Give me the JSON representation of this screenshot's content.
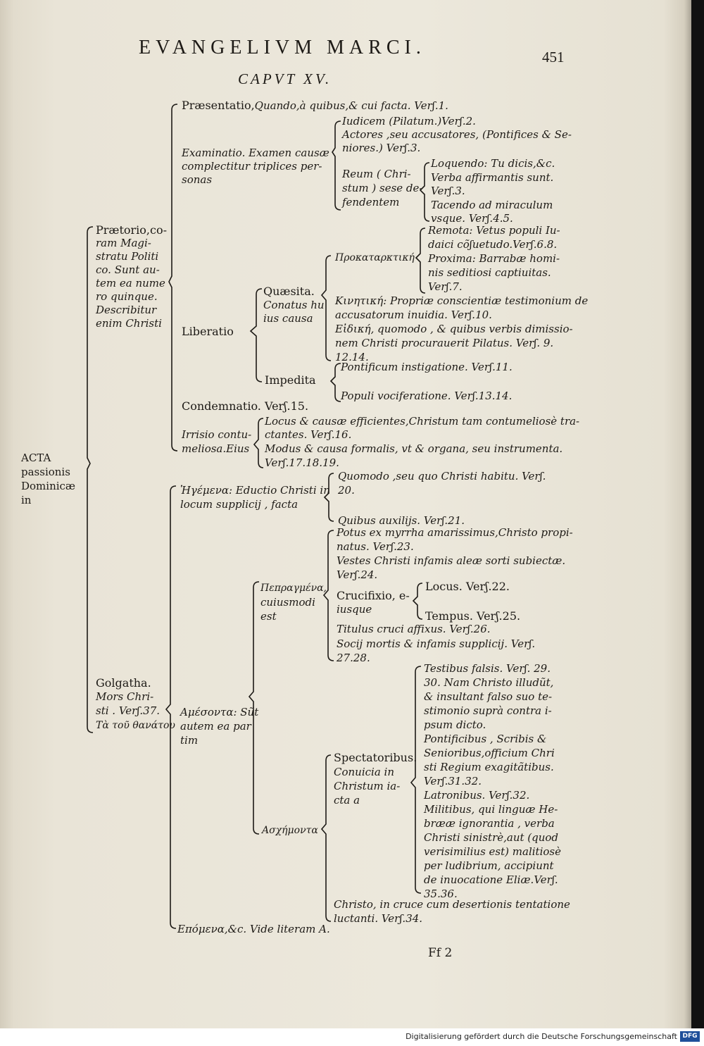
{
  "header": {
    "title": "EVANGELIVM MARCI.",
    "subtitle": "CAPVT XV.",
    "page_number": "451",
    "signature": "Ff 2"
  },
  "root": "ACTA passionis Dominicæ in",
  "pretorio": {
    "label": "Prætorio,coram Magistratu Politico. Suntautem ea numero quinque. Describitur enim Christi",
    "lines": [
      "Prætorio,co-",
      "ram Magi-",
      "stratu Politi",
      "co. Sunt au-",
      "tem ea nume",
      "ro quinque.",
      "Describitur",
      "enim Christi"
    ],
    "praesentatio": {
      "head": "Præsentatio,",
      "rest": "Quando,à quibus,& cui facta. Verʃ.1."
    },
    "examinatio": {
      "lines": [
        "Examinatio. Examen causæ",
        "complectitur triplices per-",
        "sonas"
      ],
      "iudicem": "Iudicem (Pilatum.)Verʃ.2.",
      "actores": [
        "Actores ,seu accusatores, (Pontifices & Se-",
        "niores.) Verʃ.3."
      ],
      "reum": [
        "Reum ( Chri-",
        "stum ) sese de-",
        "fendentem"
      ],
      "loquendo": [
        "Loquendo: Tu dicis,&c.",
        "Verba affirmantis sunt.",
        "Verʃ.3."
      ],
      "tacendo": [
        "Tacendo ad miraculum",
        "vsque. Verʃ.4.5."
      ]
    },
    "liberatio": {
      "label": "Liberatio",
      "quaesita": [
        "Quæsita.",
        "Conatus hu",
        "ius causa"
      ],
      "prokatarktike": "Προκαταρκτική",
      "remota": [
        "Remota: Vetus populi Iu-",
        "daici cõʃuetudo.Verʃ.6.8."
      ],
      "proxima": [
        "Proxima: Barrabæ homi-",
        "nis seditiosi captiuitas.",
        "Verʃ.7."
      ],
      "kinetike": [
        "Κινητική: Propriæ conscientiæ testimonium de",
        "accusatorum inuidia. Verʃ.10."
      ],
      "eidike": [
        "Εἰδική, quomodo , & quibus verbis dimissio-",
        "nem Christi procurauerit Pilatus. Verʃ. 9.",
        "12.14."
      ],
      "impedita": "Impedita",
      "pontificum": "Pontificum instigatione. Verʃ.11.",
      "populi": "Populi vociferatione. Verʃ.13.14."
    },
    "condemnatio": "Condemnatio. Verʃ.15.",
    "irrisio": {
      "lines": [
        "Irrisio contu-",
        "meliosa.Eius"
      ],
      "locus": [
        "Locus & causæ efficientes,Christum tam contumeliosè tra-",
        "ctantes. Verʃ.16."
      ],
      "modus": [
        "Modus & causa formalis, vt & organa, seu instrumenta.",
        "Verʃ.17.18.19."
      ]
    }
  },
  "golgatha": {
    "lines": [
      "Golgatha.",
      "Mors Chri-",
      "sti . Verʃ.37.",
      "Τὰ τοῦ θανάτου"
    ],
    "egemena": [
      "Ἡγέμενα: Eductio Christi in",
      "locum supplicij , facta"
    ],
    "quomodo": [
      "Quomodo ,seu quo Christi habitu. Verʃ.",
      "20."
    ],
    "quibus": "Quibus auxilijs. Verʃ.21.",
    "amesa": [
      "Αμέσοντα: Sũt",
      "autem ea par",
      "tim"
    ],
    "pepragmena": [
      "Πεπραγμένα,",
      "cuiusmodi",
      "est"
    ],
    "potus": [
      "Potus ex myrrha amarissimus,Christo propi-",
      "natus. Verʃ.23."
    ],
    "vestes": [
      "Vestes Christi infamis aleæ sorti subiectæ.",
      "Verʃ.24."
    ],
    "crucifixio": [
      "Crucifixio, e-",
      "iusque"
    ],
    "locus": "Locus. Verʃ.22.",
    "tempus": "Tempus. Verʃ.25.",
    "titulus": "Titulus cruci affixus. Verʃ.26.",
    "socij": [
      "Socij mortis & infamis supplicij. Verʃ.",
      "27.28."
    ],
    "aschemonta": "Ασχήμοντα",
    "spectatoribus": [
      "Spectatoribus.",
      "Conuicia in",
      "Christum ia-",
      "cta a"
    ],
    "testibus": [
      "Testibus falsis. Verʃ. 29.",
      "30. Nam Christo illudũt,",
      "& insultant falso suo te-",
      "stimonio suprà contra i-",
      "psum dicto."
    ],
    "pontificibus": [
      "Pontificibus , Scribis &",
      "Senioribus,officium Chri",
      "sti Regium exagitãtibus.",
      "Verʃ.31.32."
    ],
    "latronibus": "Latronibus. Verʃ.32.",
    "militibus": [
      "Militibus, qui linguæ He-",
      "brææ ignorantia , verba",
      "Christi sinistrè,aut (quod",
      "verisimilius est) malitiosè",
      "per ludibrium, accipiunt",
      "de inuocatione Eliæ.Verʃ.",
      "35.36."
    ],
    "christo": [
      "Christo, in cruce cum desertionis tentatione",
      "luctanti. Verʃ.34."
    ],
    "epomena": "Επόμενα,&c. Vide literam A."
  },
  "footer": {
    "credit": "Digitalisierung gefördert durch die Deutsche Forschungsgemeinschaft",
    "logo": "DFG"
  }
}
